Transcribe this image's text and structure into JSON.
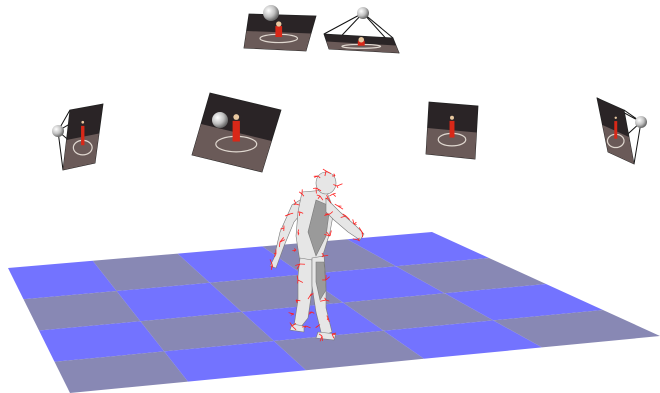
{
  "scene": {
    "background": "#ffffff",
    "floor": {
      "rows": 4,
      "cols": 5,
      "color_a": "#7373ff",
      "color_b": "#8888b4"
    },
    "cameras": [
      {
        "name": "camera-top-left"
      },
      {
        "name": "camera-top-right"
      },
      {
        "name": "camera-left"
      },
      {
        "name": "camera-center-left"
      },
      {
        "name": "camera-right"
      },
      {
        "name": "camera-far-right"
      }
    ],
    "camera_marker_color": "#c0c0c0",
    "photo_colors": {
      "dark": "#2a2426",
      "floor": "#6a5a58",
      "ring": "#e0d8d0",
      "subject": "#d82818"
    },
    "figure": {
      "body_color": "#e6e6e6",
      "shade_color": "#9a9a9a",
      "feature_color": "#ff2020"
    }
  }
}
